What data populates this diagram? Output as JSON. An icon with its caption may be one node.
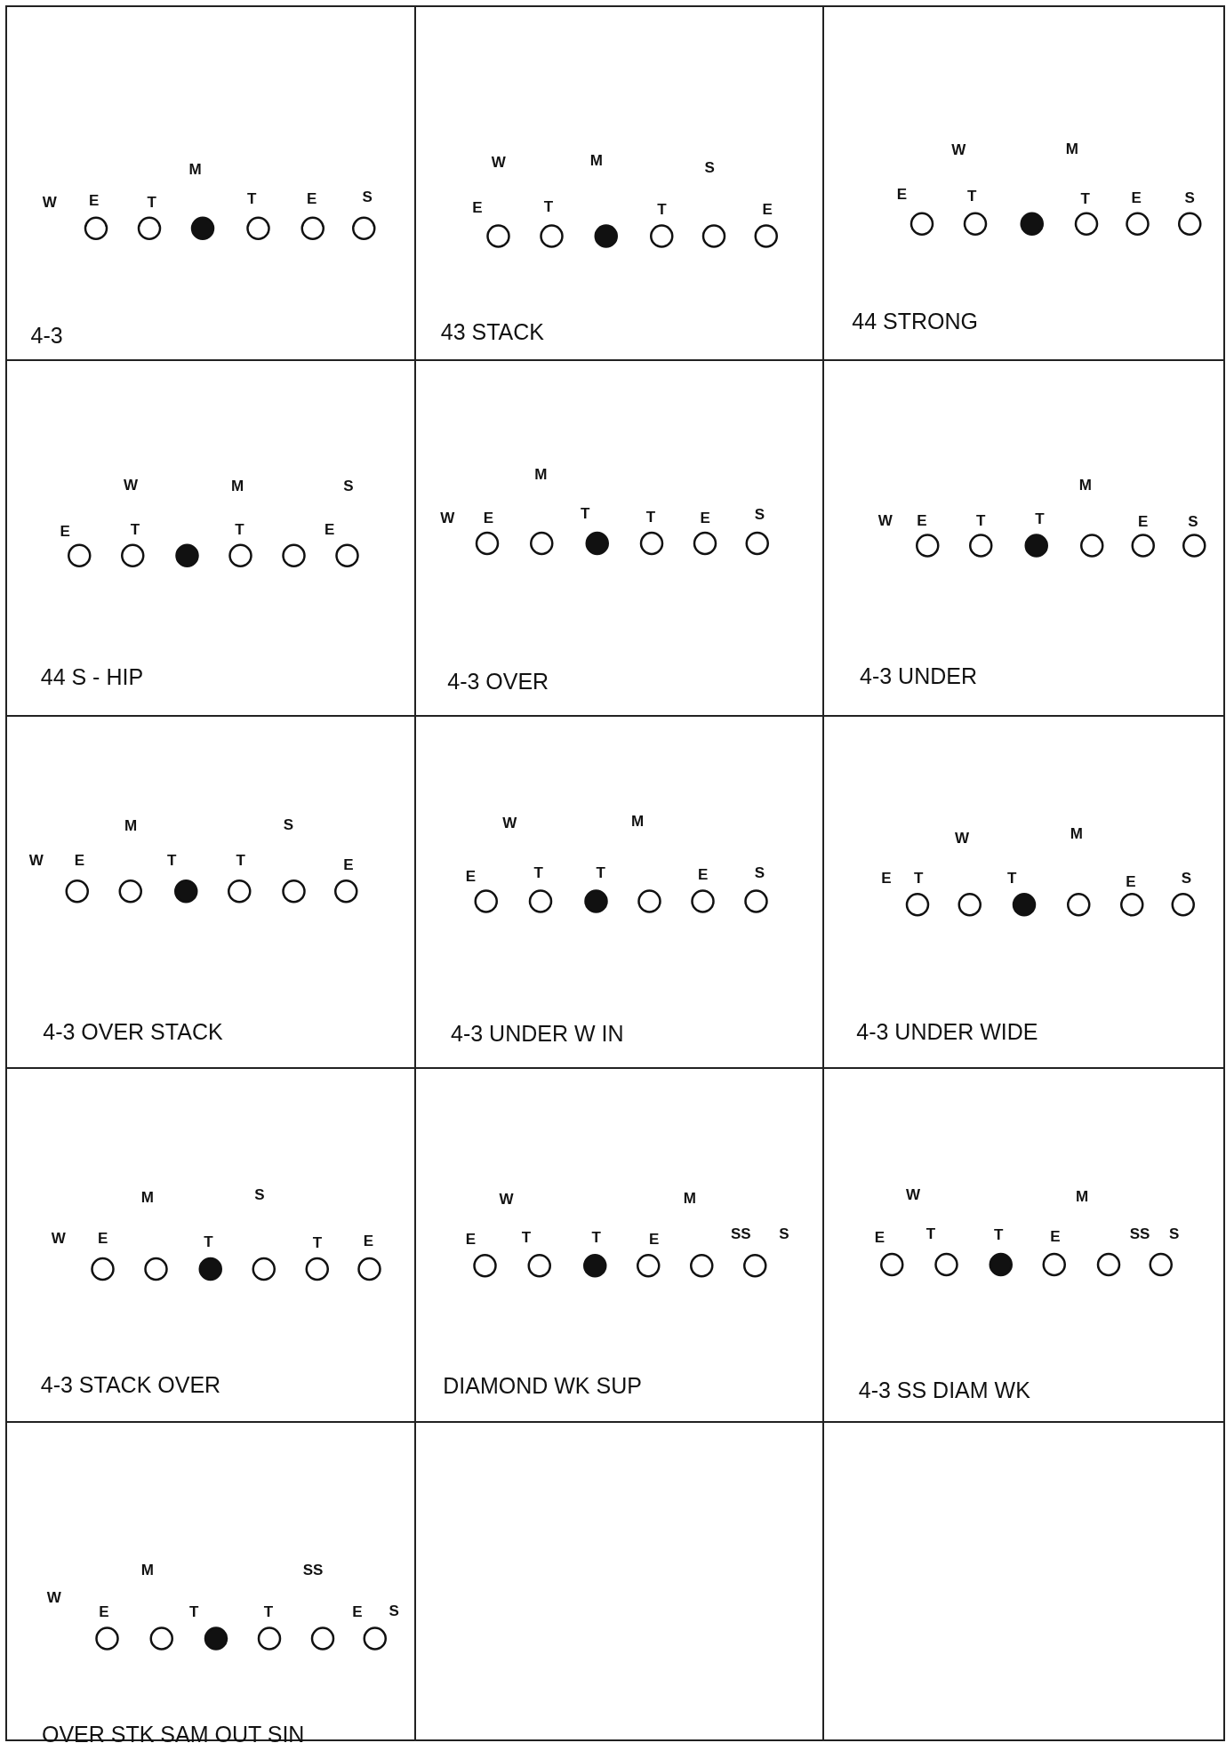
{
  "diagram": {
    "nodes": [
      {
        "text": [
          "4-3"
        ]
      },
      {
        "text": [
          "43 STACK"
        ]
      },
      {
        "text": [
          "44 STRONG"
        ]
      },
      {
        "text": [
          "44 S - HIP"
        ]
      },
      {
        "text": [
          "4-3 OVER"
        ]
      },
      {
        "text": [
          "4-3 UNDER"
        ]
      },
      {
        "text": [
          "4-3 OVER STACK"
        ]
      },
      {
        "text": [
          "4-3 UNDER W IN"
        ]
      },
      {
        "text": [
          "4-3 UNDER WIDE"
        ]
      },
      {
        "text": [
          "4-3 STACK OVER"
        ]
      },
      {
        "text": [
          "DIAMOND WK SUP"
        ]
      },
      {
        "text": [
          "4-3 SS DIAM WK"
        ]
      },
      {
        "text": [
          "OVER STK SAM OUT SIN"
        ]
      },
      {
        "text": [],
        "shape": "box"
      },
      {
        "text": [],
        "shape": "box"
      }
    ],
    "labels": [
      "M",
      "W",
      "E",
      "T",
      "T",
      "E",
      "S",
      "W",
      "M",
      "S",
      "E",
      "T",
      "T",
      "E",
      "W",
      "M",
      "E",
      "T",
      "T",
      "E",
      "S",
      "W",
      "M",
      "S",
      "E",
      "T",
      "T",
      "E",
      "M",
      "W",
      "E",
      "T",
      "T",
      "E",
      "S",
      "M",
      "W",
      "E",
      "T",
      "T",
      "E",
      "S",
      "M",
      "S",
      "W",
      "E",
      "T",
      "T",
      "E",
      "W",
      "M",
      "E",
      "T",
      "T",
      "E",
      "S",
      "W",
      "M",
      "E",
      "T",
      "T",
      "E",
      "S",
      "M",
      "S",
      "W",
      "E",
      "T",
      "T",
      "E",
      "W",
      "M",
      "E",
      "T",
      "T",
      "E",
      "SS",
      "S",
      "W",
      "M",
      "E",
      "T",
      "T",
      "E",
      "SS",
      "S",
      "M",
      "SS",
      "W",
      "E",
      "T",
      "T",
      "E",
      "S"
    ]
  }
}
